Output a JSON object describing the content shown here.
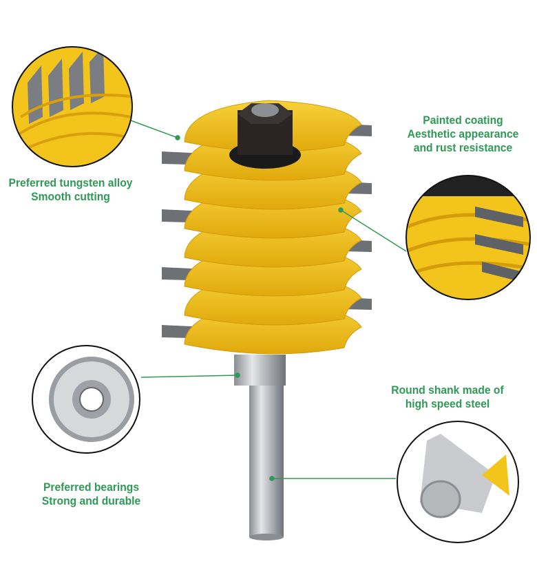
{
  "callouts": {
    "tungsten": {
      "line1": "Preferred tungsten alloy",
      "line2": "Smooth cutting"
    },
    "coating": {
      "line1": "Painted coating",
      "line2": "Aesthetic appearance",
      "line3": "and rust resistance"
    },
    "shank": {
      "line1": "Round shank made of",
      "line2": "high speed steel"
    },
    "bearings": {
      "line1": "Preferred bearings",
      "line2": "Strong and durable"
    }
  },
  "colors": {
    "accent": "#2f9a55",
    "fin": "#f2c21a",
    "carbide": "#6d7176",
    "steel": "#b9bcc0"
  }
}
